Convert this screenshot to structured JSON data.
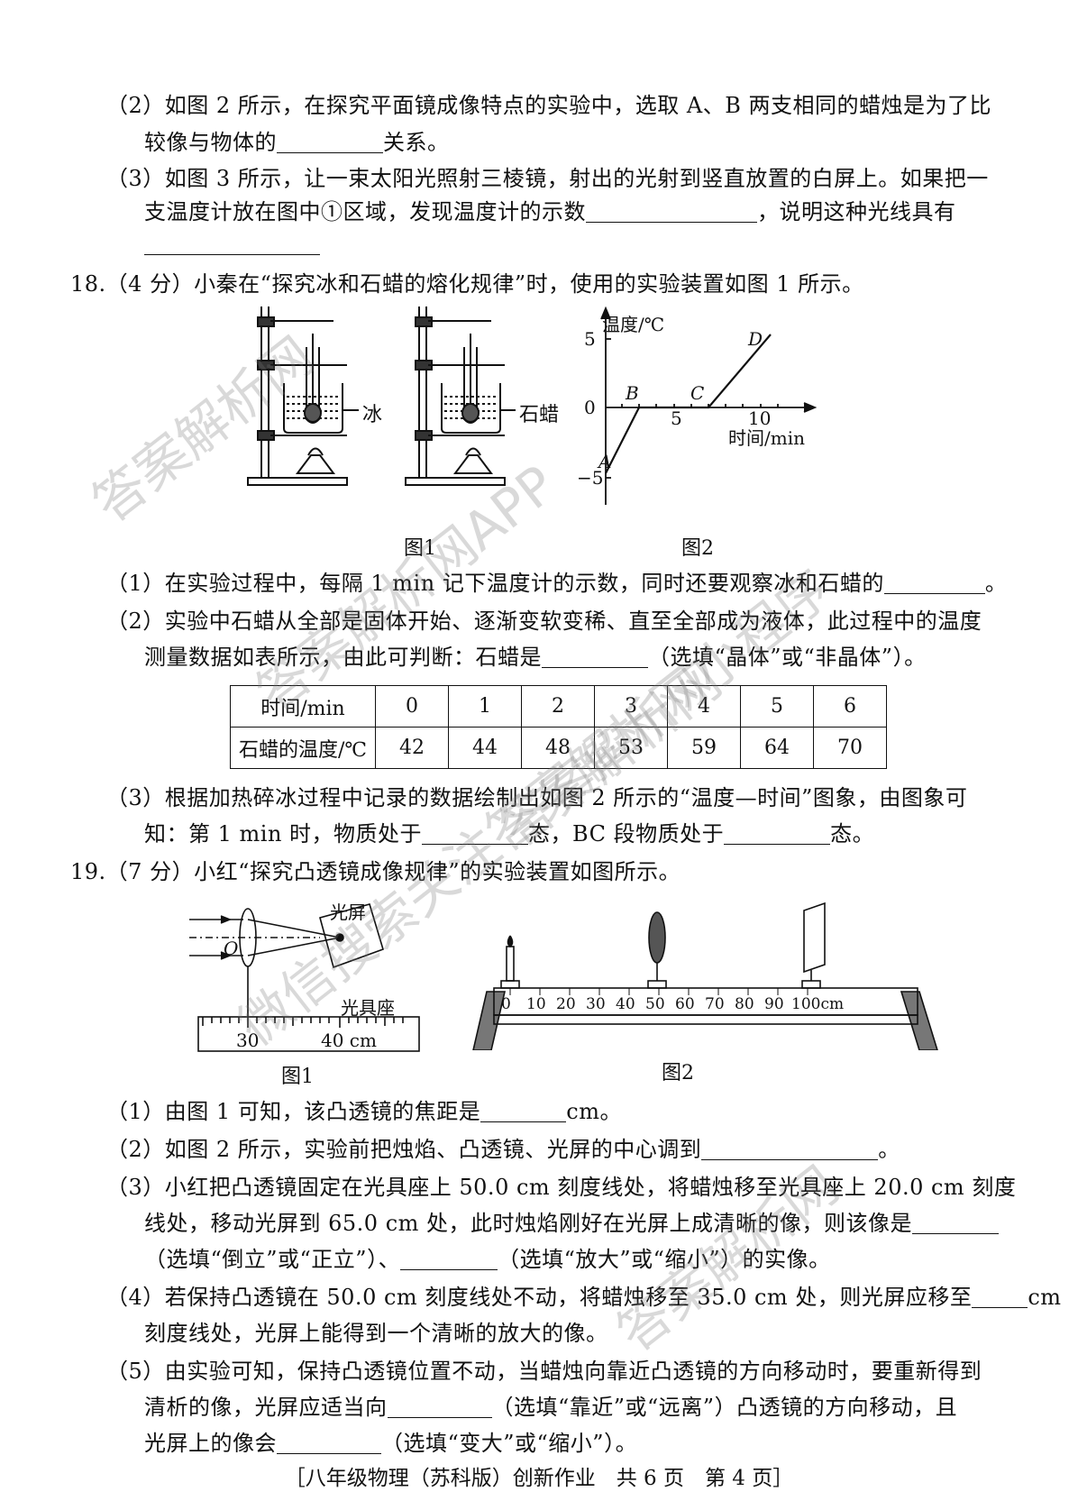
{
  "q17": {
    "p2_line1": "（2）如图 2 所示，在探究平面镜成像特点的实验中，选取 A、B 两支相同的蜡烛是为了比",
    "p2_line2a": "较像与物体的",
    "p2_line2b": "关系。",
    "p3_line1": "（3）如图 3 所示，让一束太阳光照射三棱镜，射出的光射到竖直放置的白屏上。如果把一",
    "p3_line2a": "支温度计放在图中①区域，发现温度计的示数",
    "p3_line2b": "，说明这种光线具有"
  },
  "q18": {
    "title": "18.（4 分）小秦在“探究冰和石蜡的熔化规律”时，使用的实验装置如图 1 所示。",
    "fig1_label_ice": "冰",
    "fig1_label_wax": "石蜡",
    "fig1_caption": "图1",
    "fig2_caption": "图2",
    "graph": {
      "ylabel": "温度/℃",
      "xlabel": "时间/min",
      "tick_y_5": "5",
      "tick_y_0": "0",
      "tick_y_m5": "−5",
      "tick_x_5": "5",
      "tick_x_10": "10",
      "point_a": "A",
      "point_b": "B",
      "point_c": "C",
      "point_d": "D"
    },
    "p1a": "（1）在实验过程中，每隔 1 min 记下温度计的示数，同时还要观察冰和石蜡的",
    "p1b": "。",
    "p2_line1": "（2）实验中石蜡从全部是固体开始、逐渐变软变稀、直至全部成为液体，此过程中的温度",
    "p2_line2a": "测量数据如表所示，由此可判断：石蜡是",
    "p2_line2b": "（选填“晶体”或“非晶体”）。",
    "table": {
      "row1_header": "时间/min",
      "row1": [
        "0",
        "1",
        "2",
        "3",
        "4",
        "5",
        "6"
      ],
      "row2_header": "石蜡的温度/℃",
      "row2": [
        "42",
        "44",
        "48",
        "53",
        "59",
        "64",
        "70"
      ]
    },
    "p3_line1": "（3）根据加热碎冰过程中记录的数据绘制出如图 2 所示的“温度—时间”图象，由图象可",
    "p3_line2a": "知：第 1 min 时，物质处于",
    "p3_line2b": "态，BC 段物质处于",
    "p3_line2c": "态。"
  },
  "q19": {
    "title": "19.（7 分）小红“探究凸透镜成像规律”的实验装置如图所示。",
    "fig1_screen": "光屏",
    "fig1_o": "O",
    "fig1_bench": "光具座",
    "fig1_30": "30",
    "fig1_40": "40 cm",
    "fig1_caption": "图1",
    "fig2_caption": "图2",
    "fig2_ticks": [
      "0",
      "10",
      "20",
      "30",
      "40",
      "50",
      "60",
      "70",
      "80",
      "90",
      "100cm"
    ],
    "p1a": "（1）由图 1 可知，该凸透镜的焦距是",
    "p1b": "cm。",
    "p2a": "（2）如图 2 所示，实验前把烛焰、凸透镜、光屏的中心调到",
    "p2b": "。",
    "p3_line1": "（3）小红把凸透镜固定在光具座上 50.0 cm 刻度线处，将蜡烛移至光具座上 20.0 cm 刻度",
    "p3_line2": "线处，移动光屏到 65.0 cm 处，此时烛焰刚好在光屏上成清晰的像，则该像是",
    "p3_line3a": "（选填“倒立”或“正立”）、",
    "p3_line3b": "（选填“放大”或“缩小”）的实像。",
    "p4_line1a": "（4）若保持凸透镜在 50.0 cm 刻度线处不动，将蜡烛移至 35.0 cm 处，则光屏应移至",
    "p4_line1b": "cm",
    "p4_line2": "刻度线处，光屏上能得到一个清晰的放大的像。",
    "p5_line1": "（5）由实验可知，保持凸透镜位置不动，当蜡烛向靠近凸透镜的方向移动时，要重新得到",
    "p5_line2a": "清析的像，光屏应适当向",
    "p5_line2b": "（选填“靠近”或“远离”）凸透镜的方向移动，且",
    "p5_line3a": "光屏上的像会",
    "p5_line3b": "（选填“变大”或“缩小”）。"
  },
  "footer": "［八年级物理（苏科版）创新作业　共 6 页　第 4 页］",
  "watermarks": {
    "wm1": "答案解析网",
    "wm2": "答案解析网APP",
    "wm3": "答案解析网",
    "wm4": "微信搜索关注答案解析网小程序",
    "wm5": "答案解析网"
  }
}
